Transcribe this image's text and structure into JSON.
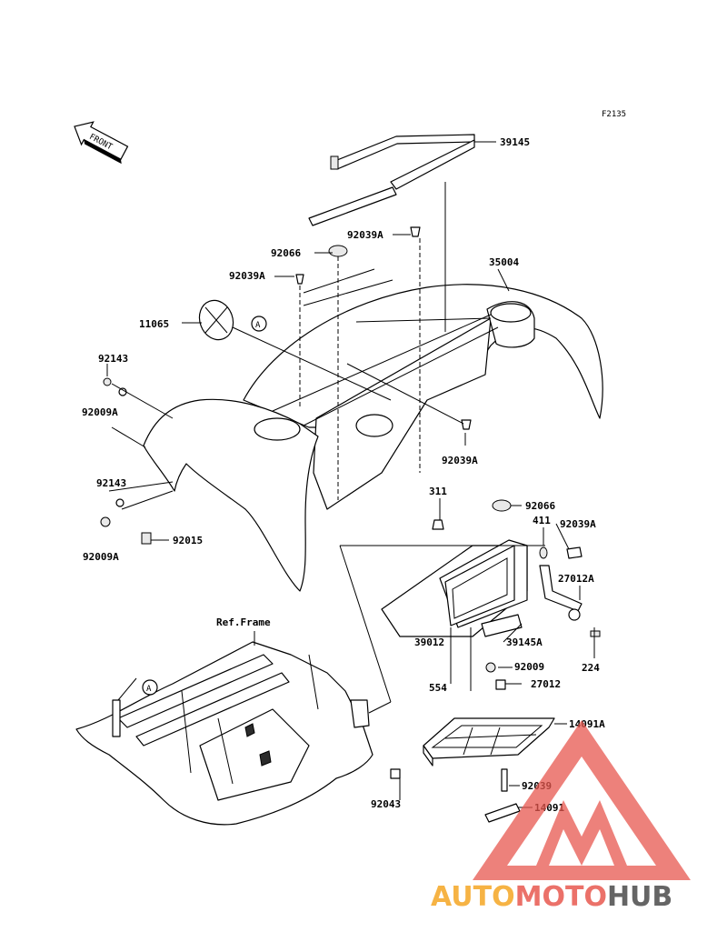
{
  "figure_code": "F2135",
  "front_label": "FRONT",
  "ref_frame_label": "Ref.Frame",
  "callout_a": "A",
  "parts": {
    "p39145": "39145",
    "p92039A_top": "92039A",
    "p92066_top": "92066",
    "p35004": "35004",
    "p92039A_left": "92039A",
    "p11065": "11065",
    "p92143_upper": "92143",
    "p92009A_upper": "92009A",
    "p92039A_mid": "92039A",
    "p92143_lower": "92143",
    "p92009A_lower": "92009A",
    "p92015": "92015",
    "p311": "311",
    "p92066_right": "92066",
    "p411": "411",
    "p92039A_right": "92039A",
    "p27012A": "27012A",
    "p39145A": "39145A",
    "p39012": "39012",
    "p224": "224",
    "p92009": "92009",
    "p554": "554",
    "p27012": "27012",
    "p14091A": "14091A",
    "p92039": "92039",
    "p92043": "92043",
    "p14091": "14091"
  },
  "watermark": {
    "part1": "AUTO",
    "part2": "MOTO",
    "part3": "HUB",
    "colors": {
      "auto": "#f5a623",
      "moto": "#e8584f",
      "hub": "#4a4a4a",
      "logo": "#e8584f"
    }
  }
}
